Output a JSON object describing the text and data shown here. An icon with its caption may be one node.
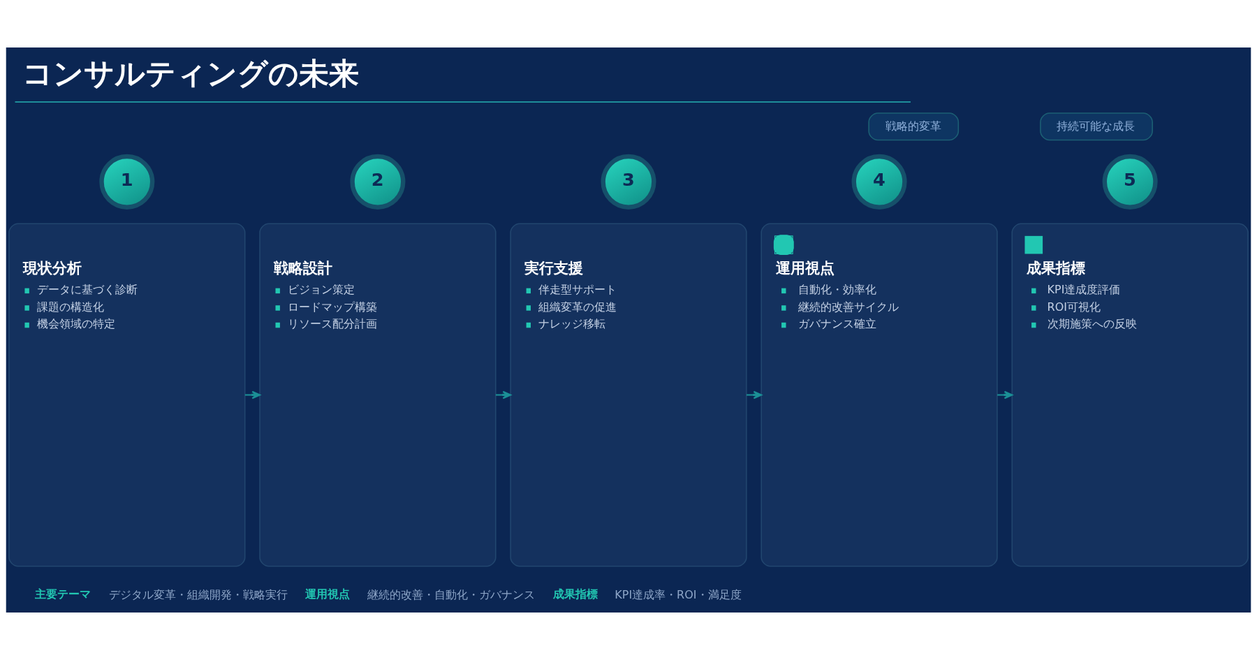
{
  "diagram": {
    "title": "コンサルティングの未来",
    "nodes": [
      {
        "text": [
          "戦略的変革"
        ]
      },
      {
        "text": [
          "持続可能な成長"
        ]
      },
      {
        "text": [
          "1"
        ]
      },
      {
        "text": [
          "現状分析",
          "データに基づく診断",
          "課題の構造化",
          "機会領域の特定"
        ]
      },
      {
        "text": [
          "2"
        ]
      },
      {
        "text": [
          "戦略設計",
          "ビジョン策定",
          "ロードマップ構築",
          "リソース配分計画"
        ]
      },
      {
        "text": [
          "3"
        ]
      },
      {
        "text": [
          "実行支援",
          "伴走型サポート",
          "組織変革の促進",
          "ナレッジ移転"
        ]
      },
      {
        "text": [
          "4"
        ]
      },
      {
        "text": [
          "運用視点",
          "自動化・効率化",
          "継続的改善サイクル",
          "ガバナンス確立"
        ]
      },
      {
        "text": [
          "5"
        ]
      },
      {
        "text": [
          "成果指標",
          "KPI達成度評価",
          "ROI可視化",
          "次期施策への反映"
        ]
      }
    ],
    "edges": [
      {
        "from": 3,
        "to": 5,
        "arrow": "to"
      },
      {
        "from": 5,
        "to": 7,
        "arrow": "to"
      },
      {
        "from": 7,
        "to": 9,
        "arrow": "to"
      },
      {
        "from": 9,
        "to": 11,
        "arrow": "to"
      }
    ],
    "labels": [
      "主要テーマ",
      "デジタル変革・組織開発・戦略実行",
      "運用視点",
      "継続的改善・自動化・ガバナンス",
      "成果指標",
      "KPI達成率・ROI・満足度"
    ]
  }
}
